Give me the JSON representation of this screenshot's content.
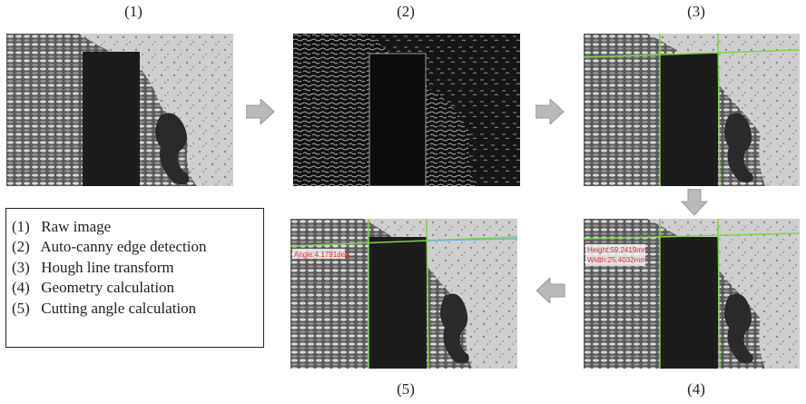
{
  "panels": {
    "p1": {
      "caption": "(1)"
    },
    "p2": {
      "caption": "(2)"
    },
    "p3": {
      "caption": "(3)"
    },
    "p4": {
      "caption": "(4)",
      "line1": "Height:59.2419mm",
      "line2": "Width:25.4032mm"
    },
    "p5": {
      "caption": "(5)",
      "line1": "Angle:4.1791deg"
    }
  },
  "legend": {
    "items": [
      {
        "num": "(1)",
        "label": "Raw image"
      },
      {
        "num": "(2)",
        "label": "Auto-canny edge detection"
      },
      {
        "num": "(3)",
        "label": "Hough line transform"
      },
      {
        "num": "(4)",
        "label": "Geometry calculation"
      },
      {
        "num": "(5)",
        "label": "Cutting angle calculation"
      }
    ]
  },
  "colors": {
    "arrow": "#b9b9b9",
    "line_green": "#7fd24a",
    "line_blue": "#6ab0d8",
    "text_red": "#e53030"
  }
}
